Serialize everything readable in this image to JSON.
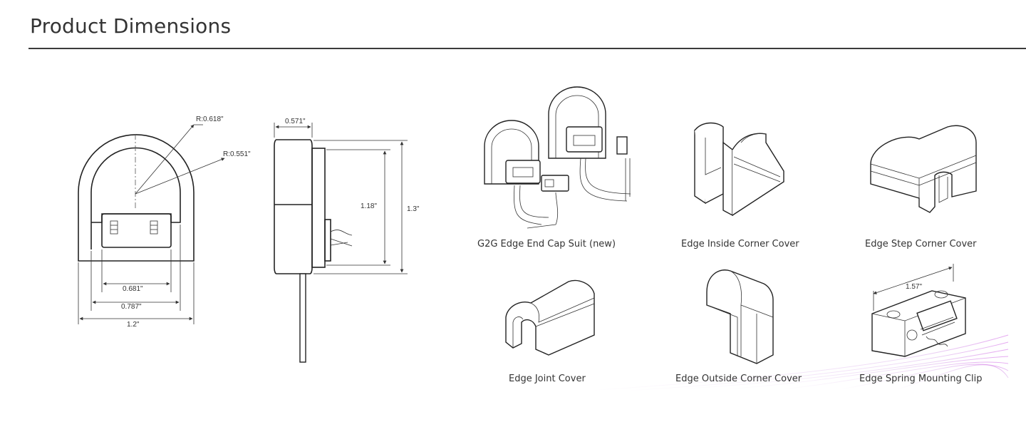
{
  "header": {
    "title": "Product Dimensions"
  },
  "dimensions": {
    "r_outer": "R:0.618\"",
    "r_inner": "R:0.551\"",
    "w_0681": "0.681\"",
    "w_0787": "0.787\"",
    "w_12": "1.2\"",
    "depth": "0.571\"",
    "h_118": "1.18\"",
    "h_13": "1.3\"",
    "clip_width": "1.57\""
  },
  "accessories": [
    {
      "label": "G2G Edge End Cap Suit  (new)"
    },
    {
      "label": "Edge Inside Corner Cover"
    },
    {
      "label": "Edge Step Corner Cover"
    },
    {
      "label": "Edge Joint Cover"
    },
    {
      "label": "Edge Outside Corner Cover"
    },
    {
      "label": "Edge Spring Mounting Clip"
    }
  ],
  "colors": {
    "watermark_accent": "#c98be0"
  }
}
